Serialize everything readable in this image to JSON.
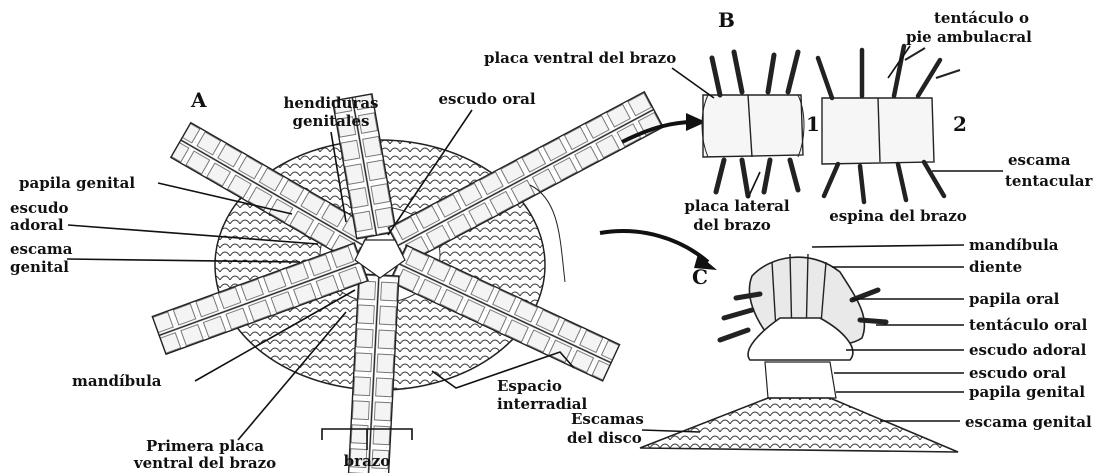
{
  "panels": {
    "a": "A",
    "b": "B",
    "c": "C",
    "b1": "1",
    "b2": "2"
  },
  "labels_a": {
    "hendiduras_1": "hendiduras",
    "hendiduras_2": "genitales",
    "escudo_oral": "escudo oral",
    "papila_genital": "papila genital",
    "escudo_adoral_1": "escudo",
    "escudo_adoral_2": "adoral",
    "escama_genital_1": "escama",
    "escama_genital_2": "genital",
    "mandibula": "mandíbula",
    "espacio_1": "Espacio",
    "espacio_2": "interradial",
    "brazo": "brazo",
    "primera_1": "Primera placa",
    "primera_2": "ventral del brazo"
  },
  "labels_b": {
    "placa_ventral": "placa ventral del brazo",
    "tentaculo_1": "tentáculo o",
    "tentaculo_2": "pie ambulacral",
    "escama_tent_1": "escama",
    "escama_tent_2": "tentacular",
    "placa_lateral_1": "placa lateral",
    "placa_lateral_2": "del brazo",
    "espina": "espina del brazo"
  },
  "labels_c": {
    "mandibula": "mandíbula",
    "diente": "diente",
    "papila_oral": "papila oral",
    "tentaculo_oral": "tentáculo oral",
    "escudo_adoral": "escudo adoral",
    "escudo_oral": "escudo oral",
    "papila_genital": "papila genital",
    "escama_genital": "escama genital",
    "escamas_1": "Escamas",
    "escamas_2": "del disco"
  }
}
